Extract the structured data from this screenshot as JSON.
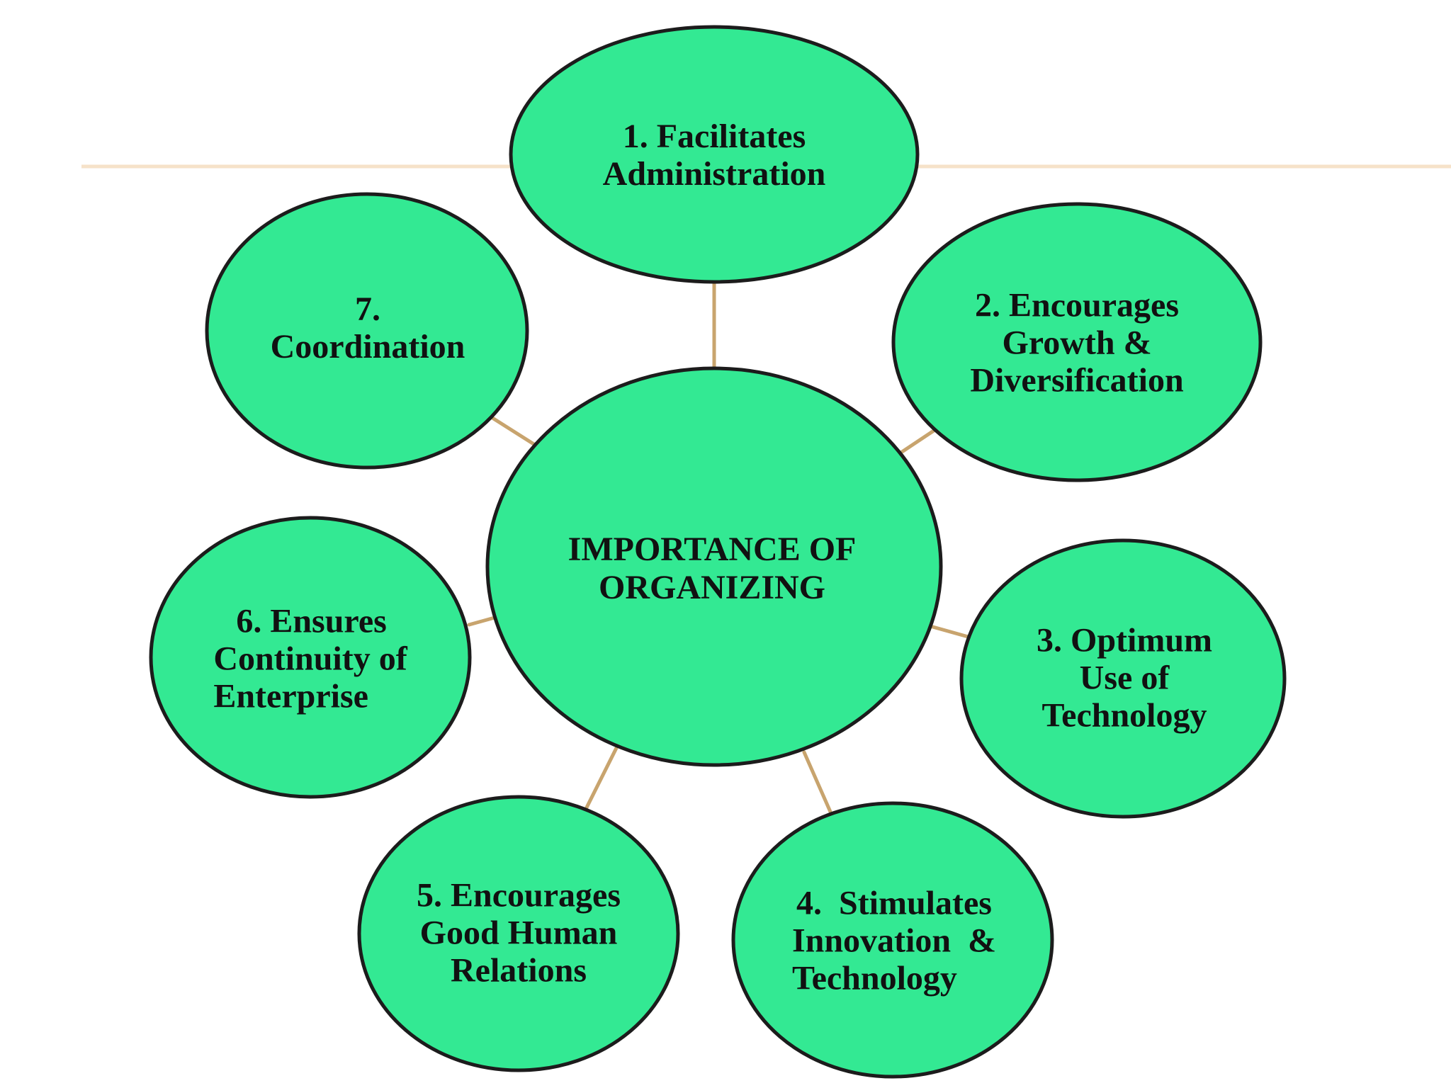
{
  "colors": {
    "bubble_fill": "#33e993",
    "bubble_stroke": "#1c1c1c",
    "connector": "#c8a46e",
    "rule": "#f6e2c9"
  },
  "diagram": {
    "center": {
      "lines": [
        "IMPORTANCE OF",
        "ORGANIZING"
      ]
    },
    "nodes": [
      {
        "lines": [
          "1. Facilitates",
          "Administration"
        ]
      },
      {
        "lines": [
          "2. Encourages",
          "Growth &",
          "Diversification"
        ]
      },
      {
        "lines": [
          "3. Optimum",
          "Use of",
          "Technology"
        ]
      },
      {
        "lines": [
          "4.  Stimulates",
          "Innovation  &",
          "Technology"
        ]
      },
      {
        "lines": [
          "5. Encourages",
          "Good Human",
          "Relations"
        ]
      },
      {
        "lines": [
          "6. Ensures",
          "Continuity of",
          "Enterprise"
        ]
      },
      {
        "lines": [
          "7.",
          "Coordination"
        ]
      }
    ]
  }
}
